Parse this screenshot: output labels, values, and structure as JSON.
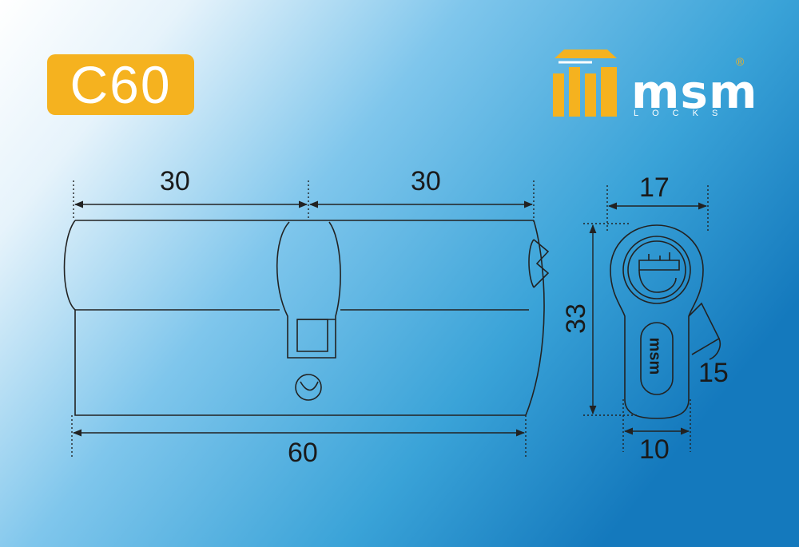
{
  "model_badge": "C60",
  "brand": {
    "name": "msm",
    "tagline": "LOCKS",
    "registered_mark": "®",
    "colors": {
      "orange": "#f5b21f",
      "white": "#ffffff"
    }
  },
  "dimensions": {
    "left_half": "30",
    "right_half": "30",
    "total_length": "60",
    "profile_width": "17",
    "profile_height": "33",
    "cam_offset": "15",
    "bottom_width": "10"
  },
  "profile_engraving": "msm",
  "colors": {
    "background_left": "#ffffff",
    "background_right": "#1e88c8",
    "line": "#222222"
  }
}
